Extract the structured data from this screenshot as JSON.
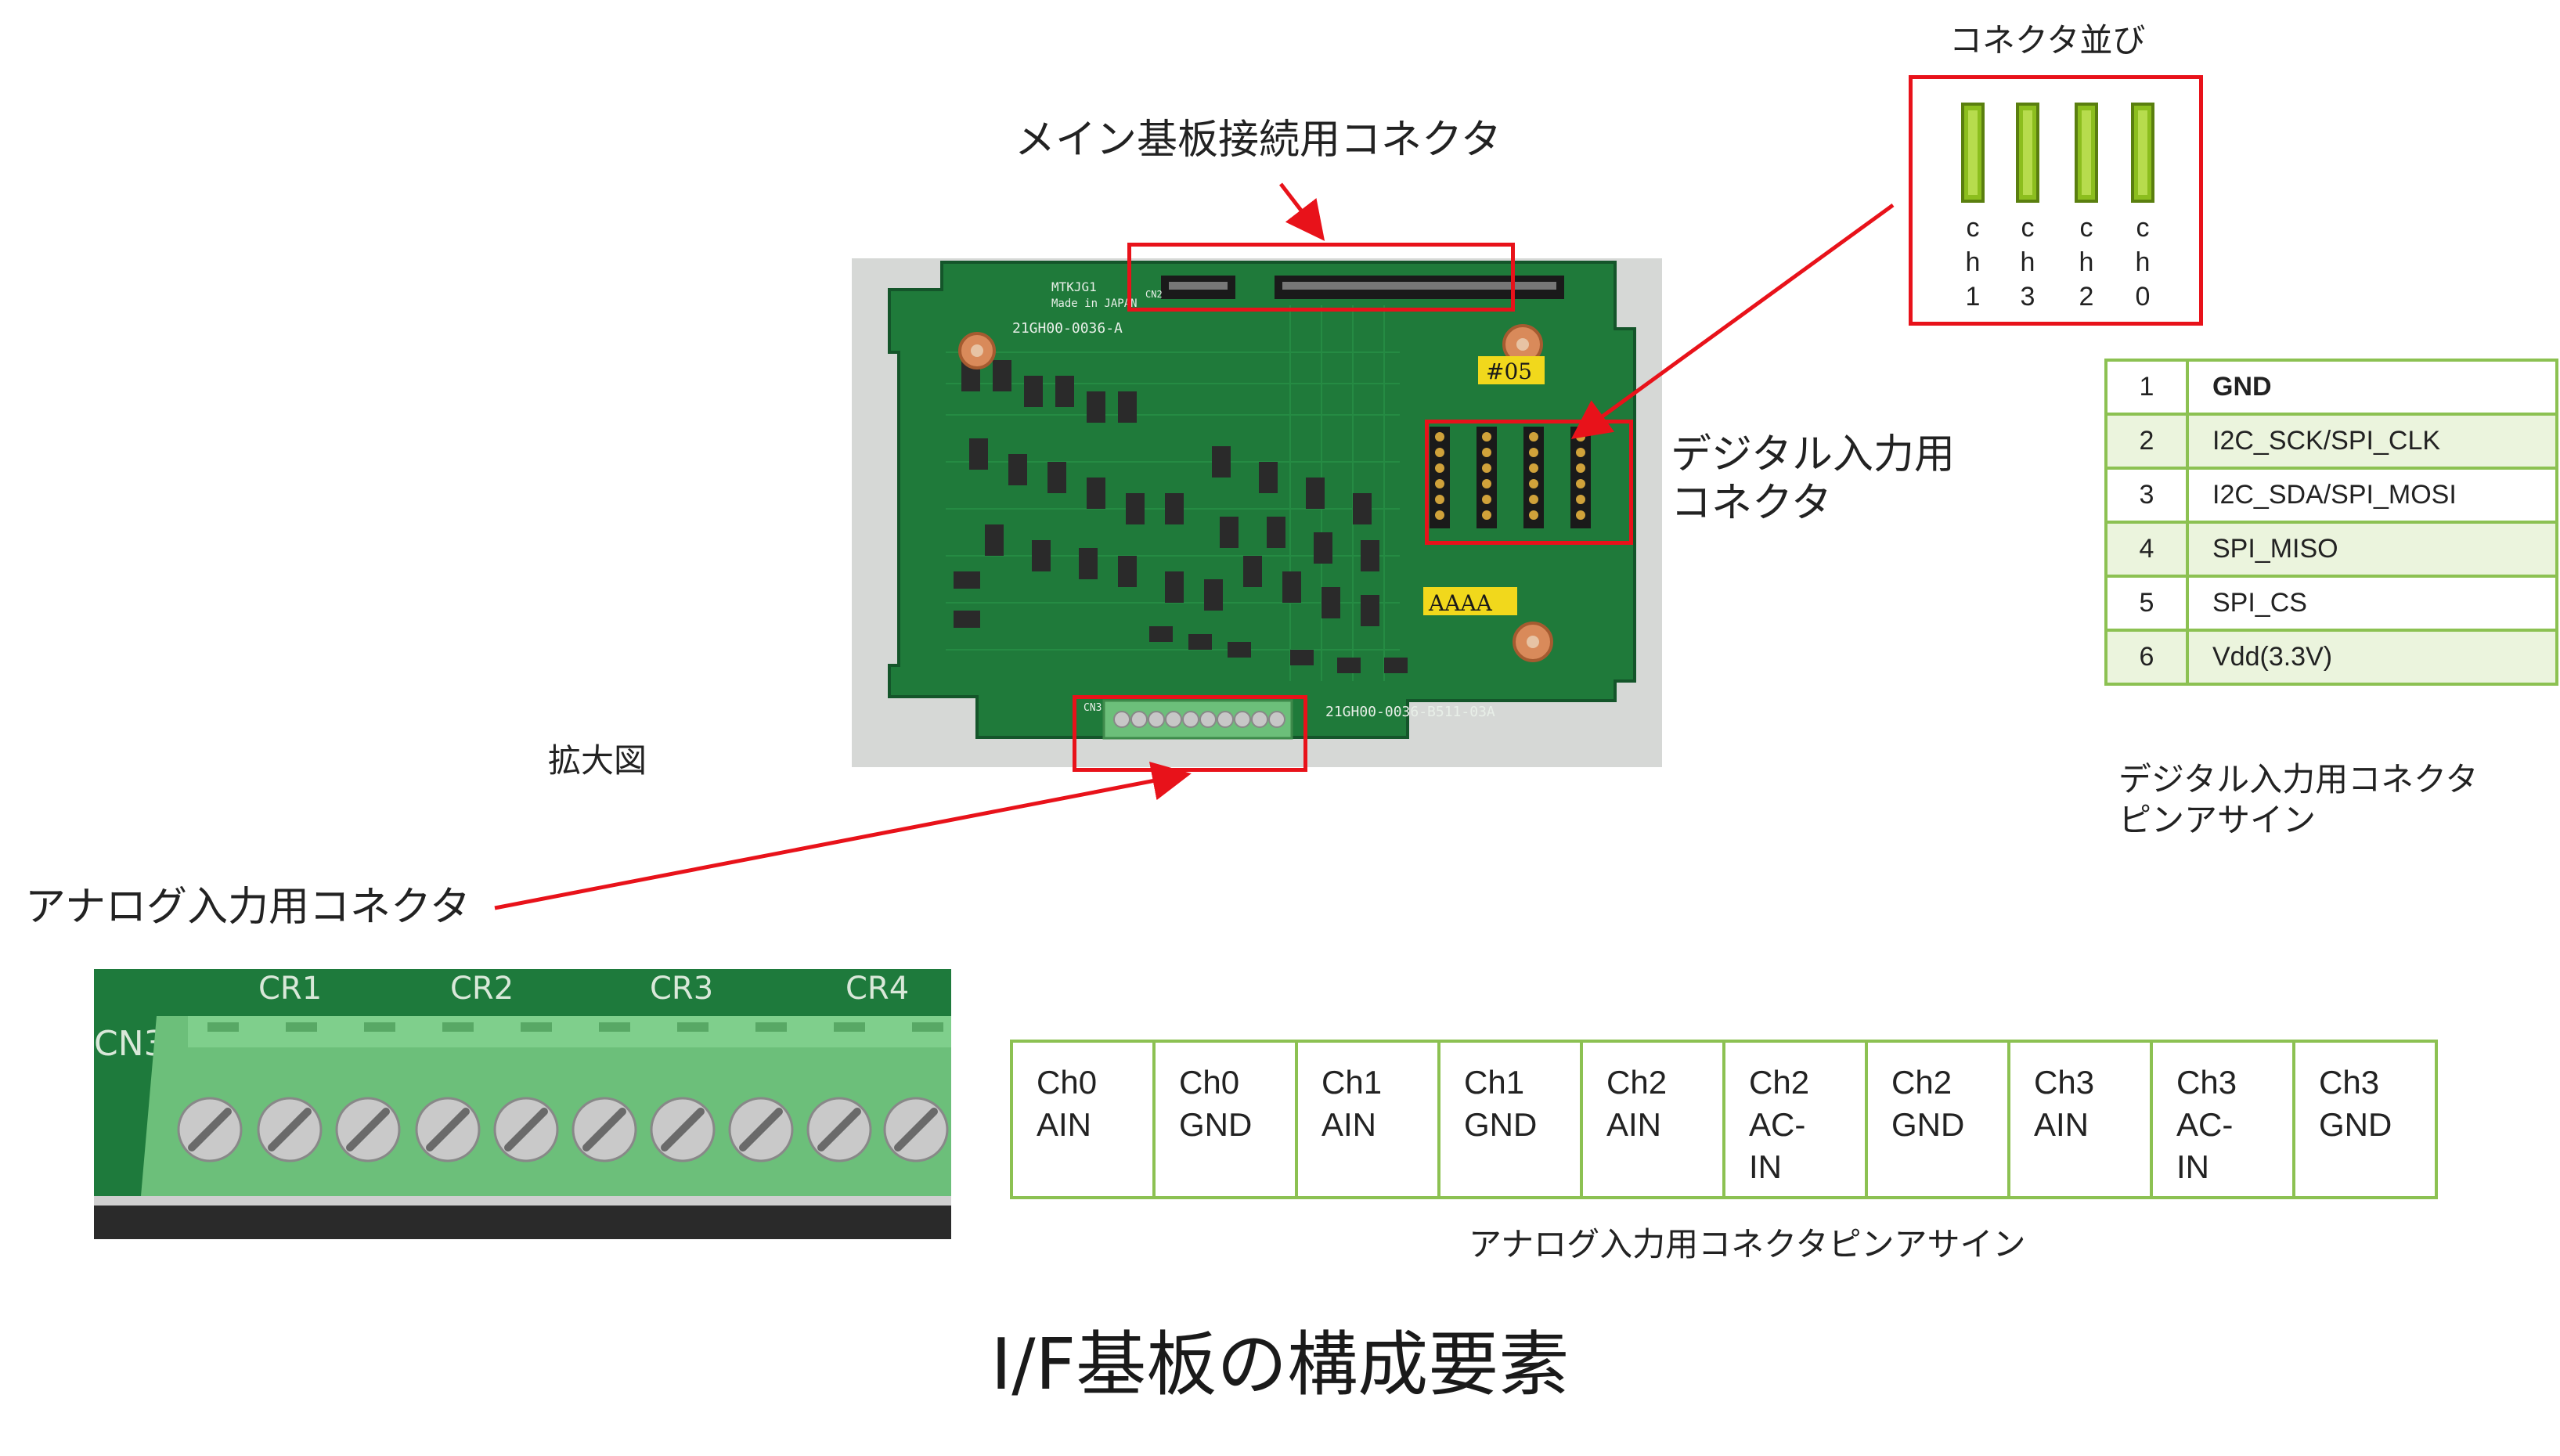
{
  "labels": {
    "main_connector": "メイン基板接続用コネクタ",
    "connector_order": "コネクタ並び",
    "digital_connector_line1": "デジタル入力用",
    "digital_connector_line2": "コネクタ",
    "enlarged_view": "拡大図",
    "analog_connector": "アナログ入力用コネクタ",
    "digital_pin_assign_line1": "デジタル入力用コネクタ",
    "digital_pin_assign_line2": "ピンアサイン",
    "analog_pin_assign": "アナログ入力用コネクタピンアサイン"
  },
  "connector_order": [
    {
      "char1": "c",
      "char2": "h",
      "char3": "1"
    },
    {
      "char1": "c",
      "char2": "h",
      "char3": "3"
    },
    {
      "char1": "c",
      "char2": "h",
      "char3": "2"
    },
    {
      "char1": "c",
      "char2": "h",
      "char3": "0"
    }
  ],
  "digital_pins": [
    {
      "num": "1",
      "signal": "GND"
    },
    {
      "num": "2",
      "signal": "I2C_SCK/SPI_CLK"
    },
    {
      "num": "3",
      "signal": "I2C_SDA/SPI_MOSI"
    },
    {
      "num": "4",
      "signal": "SPI_MISO"
    },
    {
      "num": "5",
      "signal": "SPI_CS"
    },
    {
      "num": "6",
      "signal": "Vdd(3.3V)"
    }
  ],
  "analog_pins": [
    {
      "line1": "Ch0",
      "line2": "AIN",
      "line3": ""
    },
    {
      "line1": "Ch0",
      "line2": "GND",
      "line3": ""
    },
    {
      "line1": "Ch1",
      "line2": "AIN",
      "line3": ""
    },
    {
      "line1": "Ch1",
      "line2": "GND",
      "line3": ""
    },
    {
      "line1": "Ch2",
      "line2": "AIN",
      "line3": ""
    },
    {
      "line1": "Ch2",
      "line2": "AC-",
      "line3": "IN"
    },
    {
      "line1": "Ch2",
      "line2": "GND",
      "line3": ""
    },
    {
      "line1": "Ch3",
      "line2": "AIN",
      "line3": ""
    },
    {
      "line1": "Ch3",
      "line2": "AC-",
      "line3": "IN"
    },
    {
      "line1": "Ch3",
      "line2": "GND",
      "line3": ""
    }
  ],
  "board": {
    "silk_model": "MTKJG1",
    "silk_made_in": "Made in JAPAN",
    "silk_part_top": "21GH00-0036-A",
    "silk_part_bottom": "21GH00-0036-B511-03A",
    "sticker_top": "#05",
    "sticker_bottom": "AAAA",
    "cn2_label": "CN2",
    "cn3_label": "CN3"
  },
  "terminal": {
    "cr_labels": [
      "CR1",
      "CR2",
      "CR3",
      "CR4"
    ],
    "cn_label": "CN3"
  },
  "title": "I/F基板の構成要素",
  "colors": {
    "callout_red": "#e8121a",
    "table_border": "#8cc152",
    "pcb_green": "#1f7a3a",
    "terminal_green": "#6cbf7a"
  }
}
